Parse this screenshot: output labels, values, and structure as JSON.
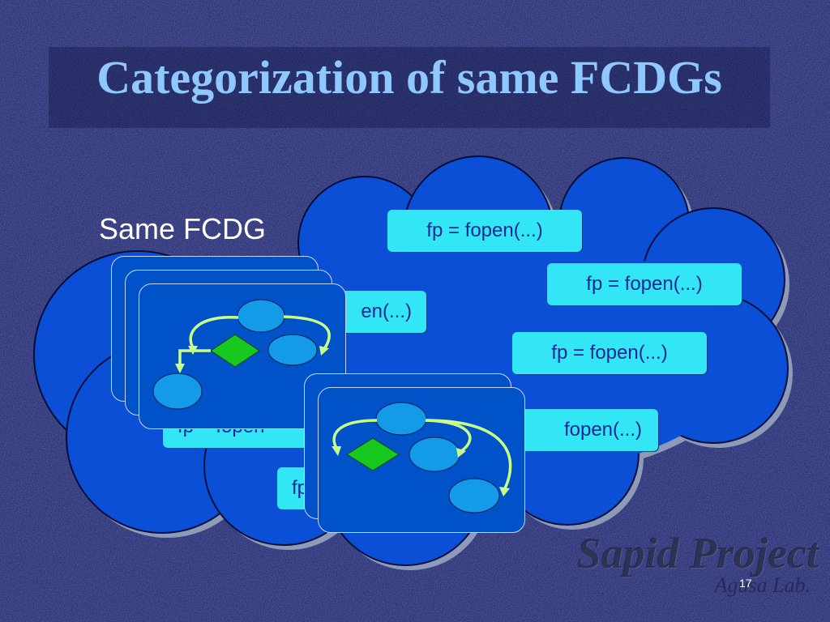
{
  "slide": {
    "title": "Categorization of same FCDGs",
    "same_fcdg_label": "Same FCDG",
    "slide_number": "17"
  },
  "code_boxes": {
    "box1": "fp = fopen(...)",
    "box2": "fp = fopen(...)",
    "box3_partial": "en(...)",
    "box4": "fp = fopen(...)",
    "box5_partial": "fp = fopen",
    "box6_partial": "fopen(...)",
    "box7_partial": "fp"
  },
  "watermark": {
    "line1": "Sapid Project",
    "line2": "Agusa Lab."
  },
  "colors": {
    "background": "#151c6a",
    "cloud": "#0a4fd6",
    "title": "#8ec8ff",
    "code_box": "#33e6f5",
    "code_text": "#1a2896",
    "node": "#149be8",
    "decision": "#19c81e",
    "arrow": "#c8ff8a"
  },
  "icons": [
    "cloud-shape",
    "fcdg-graph-icon"
  ]
}
